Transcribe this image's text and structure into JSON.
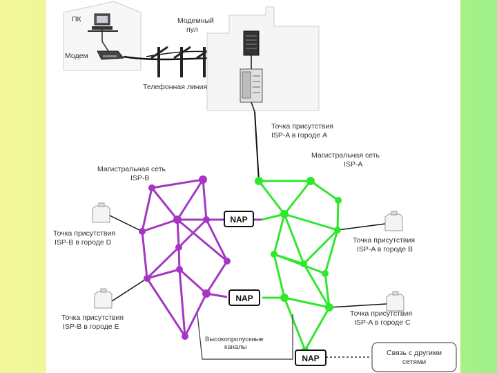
{
  "labels": {
    "pc": "ПК",
    "modem": "Модем",
    "modem_pool_1": "Модемный",
    "modem_pool_2": "пул",
    "phone_line": "Телефонная линия",
    "pop_a_city_a_1": "Точка присутствия",
    "pop_a_city_a_2": "ISP-A в городе А",
    "backbone_a_1": "Магистральная сеть",
    "backbone_a_2": "ISP-A",
    "backbone_b_1": "Магистральная сеть",
    "backbone_b_2": "ISP-B",
    "pop_b_city_d_1": "Точка присутствия",
    "pop_b_city_d_2": "ISP-B в городе D",
    "pop_a_city_b_1": "Точка присутствия",
    "pop_a_city_b_2": "ISP-A в городе В",
    "pop_b_city_e_1": "Точка присутствия",
    "pop_b_city_e_2": "ISP-B в городе E",
    "pop_a_city_c_1": "Точка присутствия",
    "pop_a_city_c_2": "ISP-A в городе C",
    "highspeed_1": "Высокопропускные",
    "highspeed_2": "каналы",
    "other_nets_1": "Связь с другими",
    "other_nets_2": "сетями",
    "nap1": "NAP",
    "nap2": "NAP",
    "nap3": "NAP"
  },
  "colors": {
    "isp_a": "#2ee82e",
    "isp_b": "#a436c2",
    "line": "#222222"
  }
}
